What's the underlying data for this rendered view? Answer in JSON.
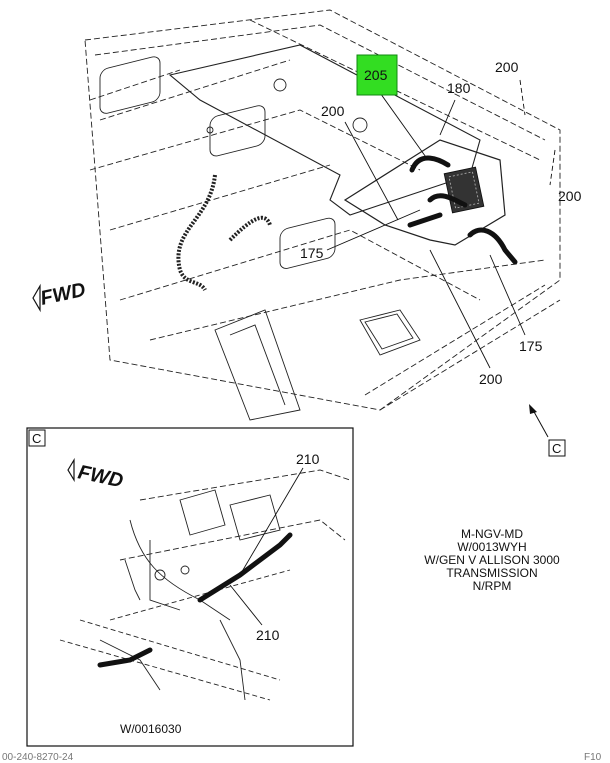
{
  "main_view": {
    "fwd_label": "FWD",
    "callouts": {
      "c205": "205",
      "c180": "180",
      "c200_top": "200",
      "c200_left": "200",
      "c200_right": "200",
      "c200_bottom": "200",
      "c175_left": "175",
      "c175_right": "175"
    },
    "highlight_color": "#33dd22",
    "view_marker": "C"
  },
  "detail_view": {
    "box_label": "C",
    "fwd_label": "FWD",
    "callouts": {
      "c210_top": "210",
      "c210_bottom": "210"
    },
    "figure_ref": "W/0016030"
  },
  "application_note": {
    "lines": [
      "M-NGV-MD",
      "W/0013WYH",
      "W/GEN V ALLISON 3000",
      "TRANSMISSION",
      "N/RPM"
    ]
  },
  "footer": {
    "left": "00-240-8270-24",
    "right": "F10"
  }
}
